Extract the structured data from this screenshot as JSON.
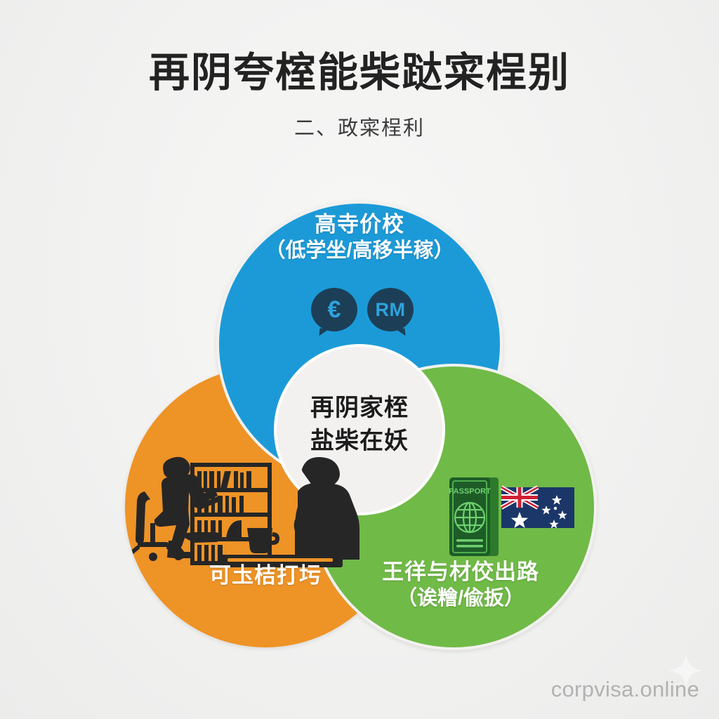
{
  "header": {
    "main_title": "再阴夸榁能柴跶寀桯别",
    "sub_title": "二、政寀桯利"
  },
  "venn": {
    "center": {
      "name": "center-overlap",
      "line1": "再阴家桎",
      "line2": "盐柴在妖",
      "fill": "#f2f1ef",
      "text_color": "#1c1c1c"
    },
    "circles": [
      {
        "name": "blue-circle",
        "color": "#1a9ad8",
        "label_line1": "高寺价校",
        "label_line2": "（低学坐/高移半稼）",
        "icons": [
          {
            "name": "euro-bubble-icon",
            "glyph": "€"
          },
          {
            "name": "ringgit-bubble-icon",
            "glyph": "RM"
          }
        ]
      },
      {
        "name": "orange-circle",
        "color": "#ee9326",
        "label_line1": "可圡桔打圬",
        "label_line2": "",
        "icons": [
          {
            "name": "office-people-icon",
            "glyph": ""
          }
        ]
      },
      {
        "name": "green-circle",
        "color": "#70ba47",
        "label_line1": "王徉与材佼出路",
        "label_line2": "（诶糩/偸扳）",
        "icons": [
          {
            "name": "passport-icon",
            "glyph": "PASSPORT"
          },
          {
            "name": "australia-flag-icon",
            "glyph": ""
          }
        ]
      }
    ]
  },
  "passport": {
    "label": "PASSPORT"
  },
  "watermark": {
    "text": "corpvisa.online"
  },
  "colors": {
    "background": "#f2f2f1",
    "blue": "#1a9ad8",
    "orange": "#ee9326",
    "green": "#70ba47",
    "center_white": "#f2f1ef",
    "bubble_dark": "#1c3f57",
    "title_dark": "#222222",
    "watermark_grey": "#a8a8a8"
  }
}
